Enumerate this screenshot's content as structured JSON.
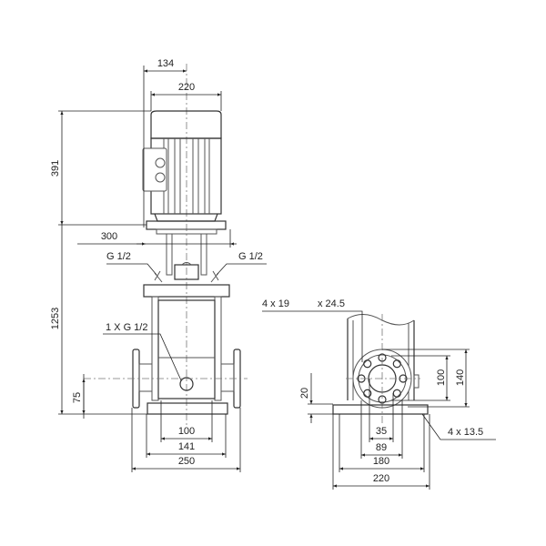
{
  "front_view": {
    "dims": {
      "motor_offset": "134",
      "motor_width": "220",
      "motor_height": "391",
      "total_height": "1253",
      "flange_width": "300",
      "port_height": "75",
      "base_inner": "100",
      "base_outer": "141",
      "port_to_port": "250"
    },
    "labels": {
      "vent_left": "G 1/2",
      "vent_right": "G 1/2",
      "drain": "1 X G 1/2"
    }
  },
  "side_view": {
    "dims": {
      "flange_holes": "4 x 19",
      "flange_hole_diameter": "x 24.5",
      "base_thickness": "20",
      "bolt_circle": "100",
      "flange_diameter": "140",
      "pipe_bore": "35",
      "flange_raised": "89",
      "base_hole_spacing": "180",
      "base_width": "220",
      "base_holes": "4 x 13.5"
    }
  },
  "colors": {
    "line": "#555555",
    "text": "#222222"
  }
}
